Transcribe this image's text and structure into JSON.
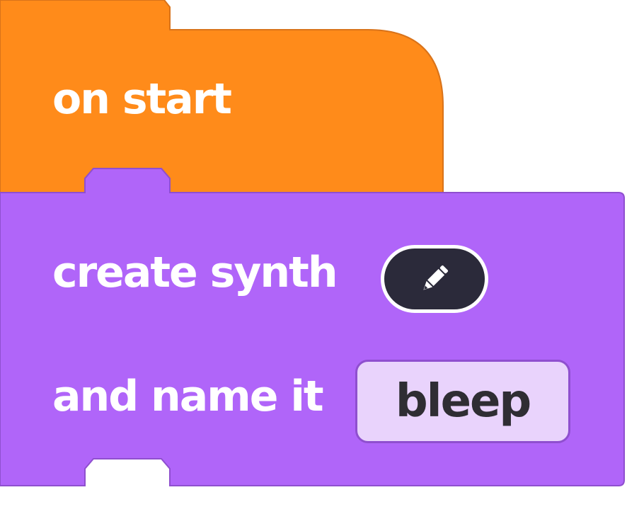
{
  "hat_block": {
    "label": "on start",
    "color": "#ff8b1a",
    "border_color": "#d9731a"
  },
  "synth_block": {
    "line1_label": "create synth",
    "line2_label": "and name it",
    "color": "#b065f9",
    "border_color": "#8f4fcf",
    "edit_icon": "pencil-icon",
    "name_value": "bleep",
    "name_field_color": "#e9d3fc"
  }
}
